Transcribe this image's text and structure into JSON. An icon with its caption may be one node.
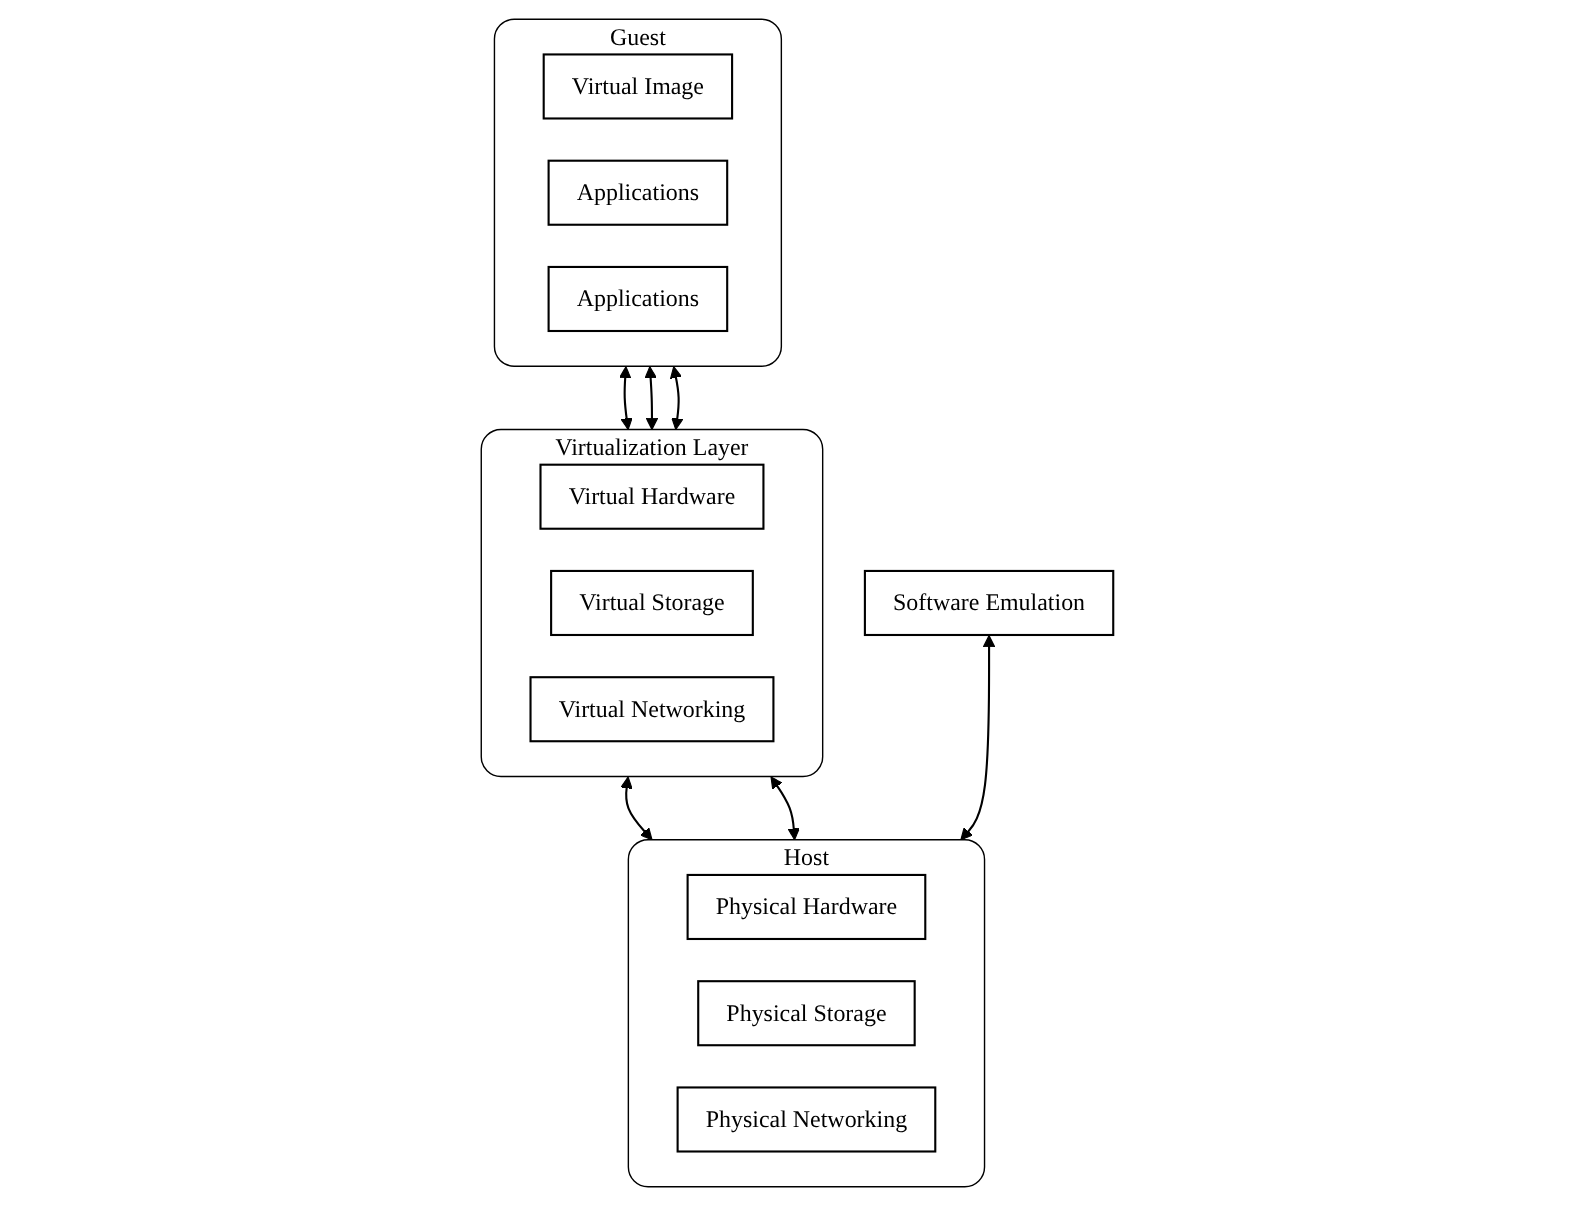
{
  "diagram": {
    "nodes": [
      {
        "text": [
          "Guest"
        ]
      },
      {
        "text": [
          "Virtual Image"
        ],
        "in": 0
      },
      {
        "text": [
          "Applications"
        ],
        "in": 0
      },
      {
        "text": [
          "Applications"
        ],
        "in": 0
      },
      {
        "text": [
          "Virtualization Layer"
        ]
      },
      {
        "text": [
          "Virtual Hardware"
        ],
        "in": 4
      },
      {
        "text": [
          "Virtual Storage"
        ],
        "in": 4
      },
      {
        "text": [
          "Virtual Networking"
        ],
        "in": 4
      },
      {
        "text": [
          "Software Emulation"
        ]
      },
      {
        "text": [
          "Host"
        ]
      },
      {
        "text": [
          "Physical Hardware"
        ],
        "in": 9
      },
      {
        "text": [
          "Physical Storage"
        ],
        "in": 9
      },
      {
        "text": [
          "Physical Networking"
        ],
        "in": 9
      }
    ],
    "edges": [
      {
        "from": 0,
        "to": 4,
        "arrow": "both"
      },
      {
        "from": 0,
        "to": 4,
        "arrow": "both"
      },
      {
        "from": 0,
        "to": 4,
        "arrow": "both"
      },
      {
        "from": 4,
        "to": 9,
        "arrow": "both"
      },
      {
        "from": 8,
        "to": 9,
        "arrow": "both"
      },
      {
        "from": 4,
        "to": 9,
        "arrow": "both"
      }
    ]
  }
}
